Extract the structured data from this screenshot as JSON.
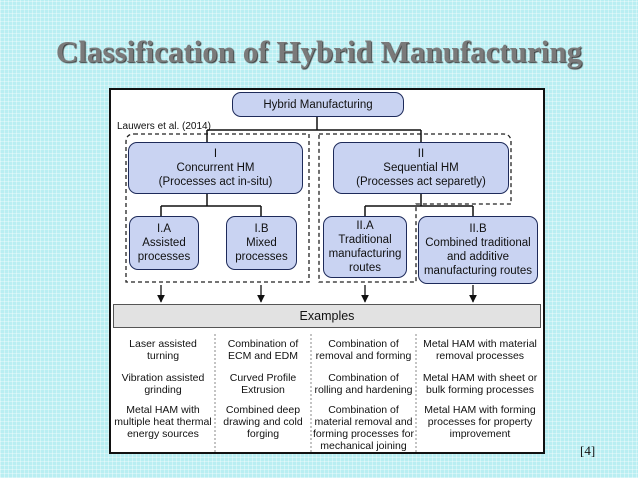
{
  "slide": {
    "title": "Classification of Hybrid Manufacturing",
    "reference": "[4]"
  },
  "diagram": {
    "root": "Hybrid Manufacturing",
    "author": "Lauwers et al. (2014)",
    "concurrent": {
      "id": "I",
      "title": "Concurrent HM",
      "subtitle": "(Processes act in-situ)"
    },
    "sequential": {
      "id": "II",
      "title": "Sequential HM",
      "subtitle": "(Processes act separetly)"
    },
    "leaves": [
      {
        "id": "I.A",
        "l1": "Assisted",
        "l2": "processes",
        "l3": ""
      },
      {
        "id": "I.B",
        "l1": "Mixed",
        "l2": "processes",
        "l3": ""
      },
      {
        "id": "II.A",
        "l1": "Traditional",
        "l2": "manufacturing",
        "l3": "routes"
      },
      {
        "id": "II.B",
        "l1": "Combined traditional",
        "l2": "and additive",
        "l3": "manufacturing routes"
      }
    ],
    "examples_label": "Examples",
    "examples": [
      [
        {
          "l1": "Laser assisted",
          "l2": "turning",
          "l3": ""
        },
        {
          "l1": "Vibration assisted",
          "l2": "grinding",
          "l3": ""
        },
        {
          "l1": "Metal HAM with",
          "l2": "multiple heat thermal",
          "l3": "energy sources"
        }
      ],
      [
        {
          "l1": "Combination of",
          "l2": "ECM and EDM",
          "l3": ""
        },
        {
          "l1": "Curved Profile",
          "l2": "Extrusion",
          "l3": ""
        },
        {
          "l1": "Combined deep",
          "l2": "drawing and cold",
          "l3": "forging"
        }
      ],
      [
        {
          "l1": "Combination of",
          "l2": "removal and forming",
          "l3": "",
          "l4": ""
        },
        {
          "l1": "Combination of",
          "l2": "rolling and hardening",
          "l3": "",
          "l4": ""
        },
        {
          "l1": "Combination of",
          "l2": "material removal and",
          "l3": "forming processes for",
          "l4": "mechanical joining"
        }
      ],
      [
        {
          "l1": "Metal HAM with material",
          "l2": "removal processes",
          "l3": ""
        },
        {
          "l1": "Metal HAM with sheet or",
          "l2": "bulk forming processes",
          "l3": ""
        },
        {
          "l1": "Metal HAM with forming",
          "l2": "processes for property",
          "l3": "improvement"
        }
      ]
    ]
  }
}
